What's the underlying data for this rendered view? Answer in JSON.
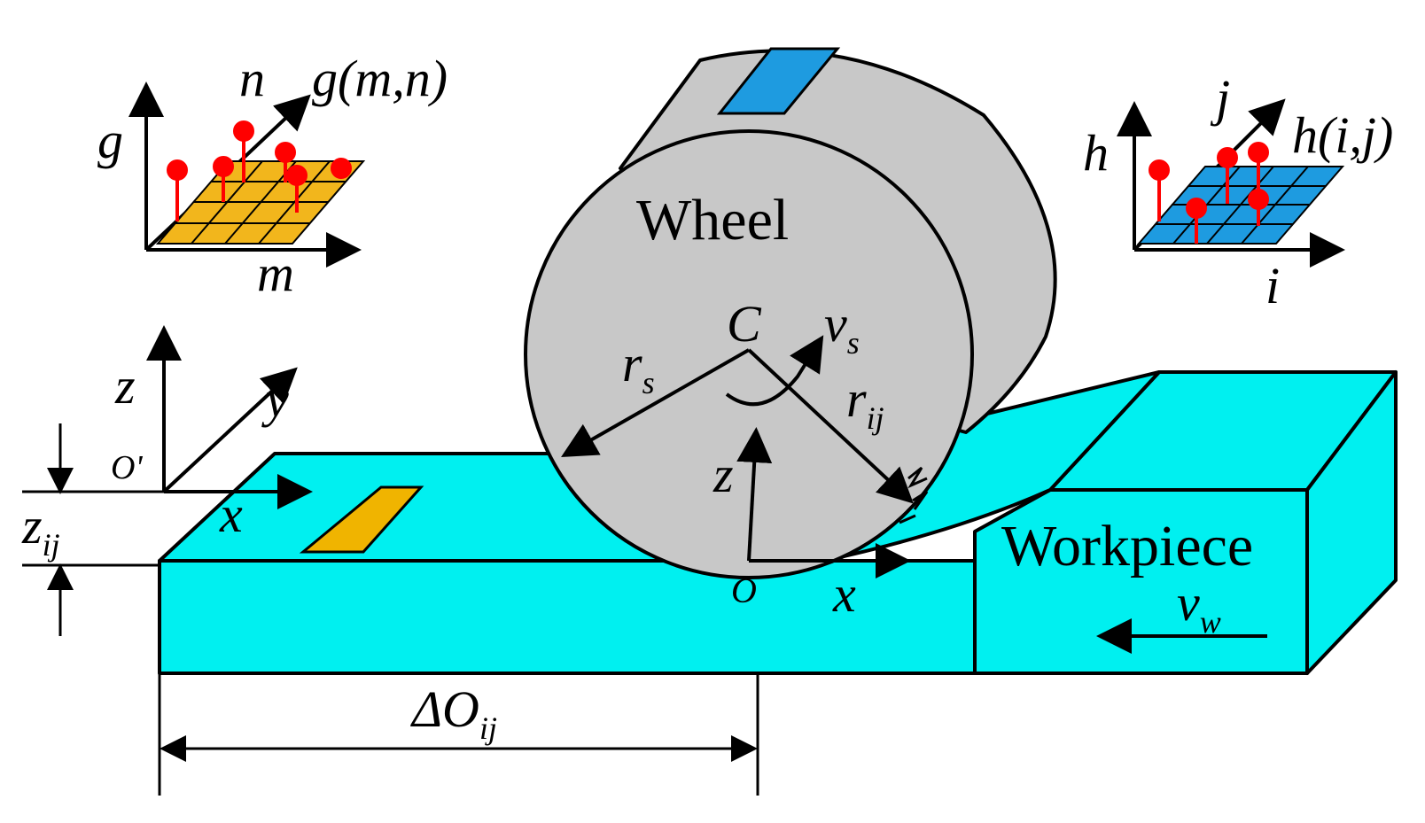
{
  "labels": {
    "wheel": "Wheel",
    "workpiece": "Workpiece",
    "center_c": "C",
    "v_s_main": "v",
    "v_s_sub": "s",
    "r_s_main": "r",
    "r_s_sub": "s",
    "r_ij_main": "r",
    "r_ij_sub": "ij",
    "z_wheel": "z",
    "origin_o": "O",
    "x_origin": "x",
    "v_w_main": "v",
    "v_w_sub": "w",
    "z_frame": "z",
    "y_frame": "y",
    "origin_o_prime": "O'",
    "x_frame": "x",
    "z_ij_main": "z",
    "z_ij_sub": "ij",
    "delta_o_main": "ΔO",
    "delta_o_sub": "ij",
    "g_axis": "g",
    "n_axis": "n",
    "m_axis": "m",
    "g_func": "g(m,n)",
    "h_axis": "h",
    "j_axis": "j",
    "i_axis": "i",
    "h_func": "h(i,j)"
  },
  "colors": {
    "wheel": "#c8c8c8",
    "workpiece": "#00f0f0",
    "wheel_patch": "#1e9be0",
    "workpiece_patch": "#f0b400",
    "grid_g": "#f2b61c",
    "grid_h": "#1e9be0",
    "stems": "#ff0000",
    "outline": "#000000"
  }
}
